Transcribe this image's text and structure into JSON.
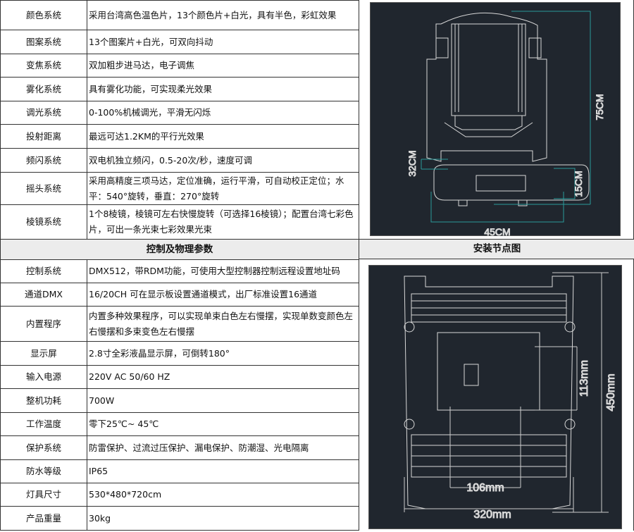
{
  "specs": [
    {
      "label": "颜色系统",
      "value": "采用台湾高色温色片，13个颜色片+白光，具有半色，彩虹效果"
    },
    {
      "label": "图案系统",
      "value": "13个图案片+白光，可双向抖动"
    },
    {
      "label": "变焦系统",
      "value": "双加粗步进马达，电子调焦"
    },
    {
      "label": "雾化系统",
      "value": "具有雾化功能，可实现柔光效果"
    },
    {
      "label": "调光系统",
      "value": "0-100%机械调光，平滑无闪烁"
    },
    {
      "label": "投射距离",
      "value": "最远可达1.2KM的平行光效果"
    },
    {
      "label": "频闪系统",
      "value": "双电机独立频闪，0.5-20次/秒，速度可调"
    },
    {
      "label": "摇头系统",
      "value": "采用高精度三项马达，定位准确，运行平滑，可自动校正定位；水平：540°旋转，垂直：270°旋转"
    },
    {
      "label": "棱镜系统",
      "value": "1个8棱镜，棱镜可左右快慢旋转（可选择16棱镜）；配置台湾七彩色片，可出一条光束七彩效果光束"
    }
  ],
  "section_control": "控制及物理参数",
  "section_install": "安装节点图",
  "control": [
    {
      "label": "控制系统",
      "value": "DMX512，带RDM功能，可使用大型控制器控制远程设置地址码"
    },
    {
      "label": "通道DMX",
      "value": "16/20CH 可在显示板设置通道模式，出厂标准设置16通道"
    },
    {
      "label": "内置程序",
      "value": "内置多种效果程序，可以实现单束白色左右慢摆，实现单数变颜色左右慢摆和多束变色左右慢摆"
    },
    {
      "label": "显示屏",
      "value": "2.8寸全彩液晶显示屏，可倒转180°"
    },
    {
      "label": "输入电源",
      "value": "220V AC 50/60 HZ"
    },
    {
      "label": "整机功耗",
      "value": "700W"
    },
    {
      "label": "工作温度",
      "value": "零下25℃~ 45℃"
    },
    {
      "label": "保护系统",
      "value": "防雷保护、过流过压保护、漏电保护、防潮湿、光电隔离"
    },
    {
      "label": "防水等级",
      "value": "IP65"
    },
    {
      "label": "灯具尺寸",
      "value": "530*480*720cm"
    },
    {
      "label": "产品重量",
      "value": "30kg"
    }
  ],
  "dimensions_front": {
    "height": "75CM",
    "base_height": "15CM",
    "yoke_gap": "32CM",
    "width": "45CM"
  },
  "dimensions_top": {
    "height": "450mm",
    "inner_height": "113mm",
    "inner_width": "106mm",
    "width": "320mm"
  },
  "colors": {
    "drawing_bg": "#20262e",
    "line": "#d8d8d8",
    "dim": "#2a9a9a"
  }
}
